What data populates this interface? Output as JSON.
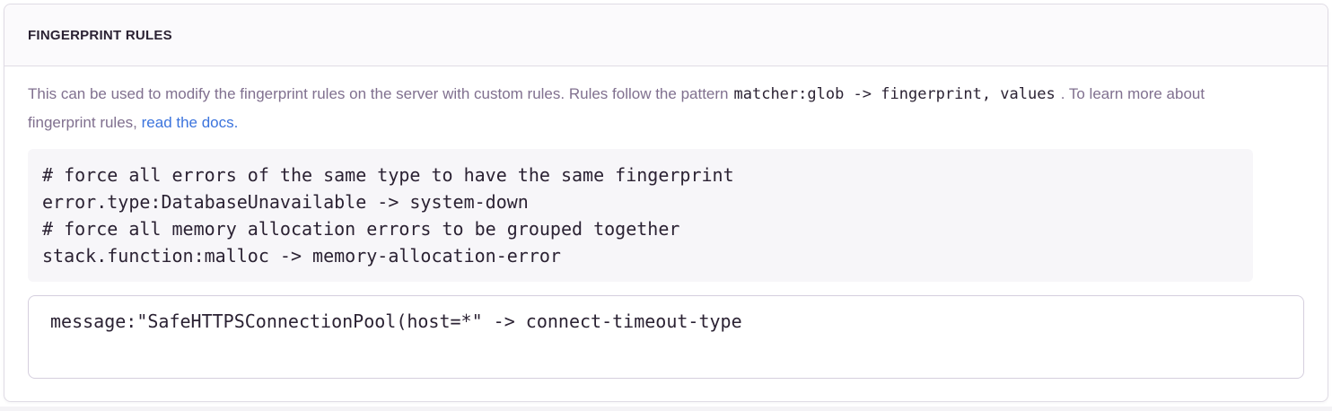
{
  "panel": {
    "header": {
      "title": "FINGERPRINT RULES"
    },
    "description": {
      "text_before_code": "This can be used to modify the fingerprint rules on the server with custom rules. Rules follow the pattern",
      "inline_code": "matcher:glob -> fingerprint, values",
      "text_after_code": ". To learn more about fingerprint rules,",
      "link_label": "read the docs."
    },
    "example": {
      "lines": [
        "# force all errors of the same type to have the same fingerprint",
        "error.type:DatabaseUnavailable -> system-down",
        "# force all memory allocation errors to be grouped together",
        "stack.function:malloc -> memory-allocation-error"
      ]
    },
    "editor": {
      "value": "message:\"SafeHTTPSConnectionPool(host=*\" -> connect-timeout-type"
    }
  },
  "colors": {
    "link": "#3C74DD",
    "heading_text": "#2B2233",
    "body_text": "#80708F",
    "panel_border": "#E0DCE5",
    "example_background": "#F7F6F9"
  }
}
